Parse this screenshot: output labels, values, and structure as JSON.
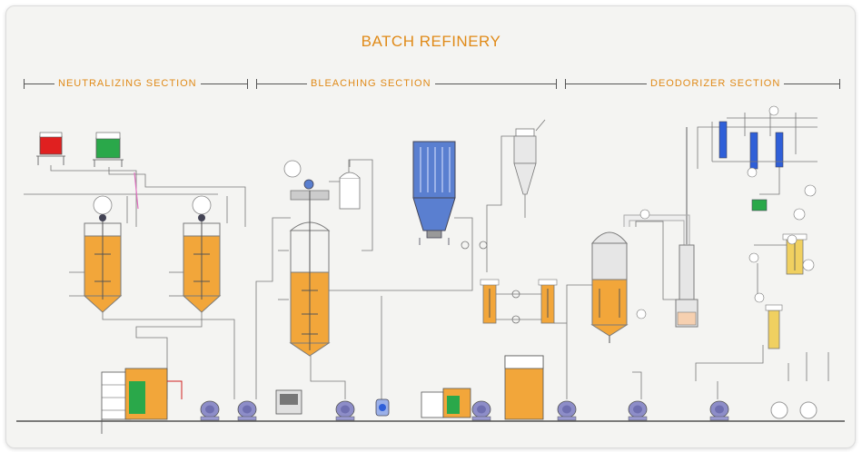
{
  "title": "BATCH REFINERY",
  "sections": [
    {
      "label": "NEUTRALIZING  SECTION"
    },
    {
      "label": "BLEACHING  SECTION"
    },
    {
      "label": "DEODORIZER  SECTION"
    }
  ],
  "colors": {
    "accent": "#e08a18",
    "oil": "#f2a63a",
    "tank_outline": "#7a7a7a",
    "pipe": "#555555",
    "pump": "#6f6fb0",
    "acid_tank": "#e02020",
    "green_tank": "#2aa84a",
    "filter_blue": "#5a7fd0",
    "condenser_blue": "#2f5fd8"
  }
}
